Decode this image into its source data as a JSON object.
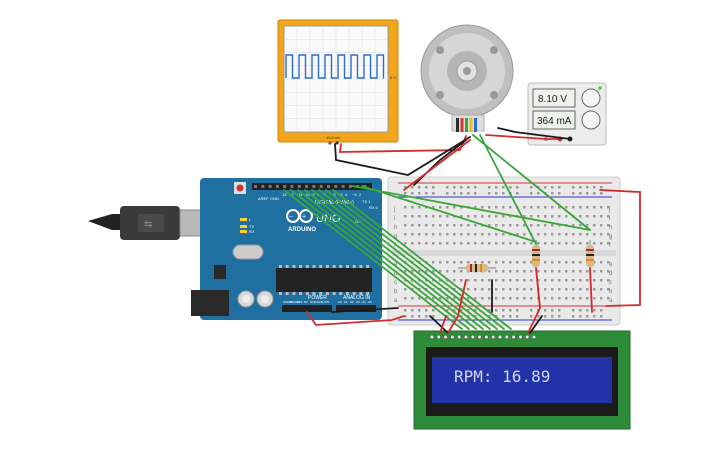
{
  "oscilloscope": {
    "scale_label": "10.0 ms",
    "side_label": "5 V"
  },
  "power_supply": {
    "voltage_display": "8.10 V",
    "current_display": "364 mA"
  },
  "arduino": {
    "brand_label": "ARDUINO",
    "model_label": "UNO",
    "digital_label": "DIGITAL (PWM~)",
    "power_label": "POWER",
    "analog_label": "ANALOG IN",
    "tx_label": "TX",
    "rx_label": "RX",
    "l_label": "L",
    "on_label": "ON",
    "aref_label": "AREF",
    "gnd_label": "GND",
    "pin_labels": [
      "13",
      "12",
      "~11",
      "~10",
      "~9",
      "8",
      "7",
      "~6",
      "~5",
      "4",
      "~3",
      "2",
      "TX 1",
      "RX 0"
    ],
    "power_pins": [
      "IOREF",
      "RESET",
      "3V3",
      "5V",
      "GND",
      "GND",
      "VIN"
    ],
    "analog_pins": [
      "A0",
      "A1",
      "A2",
      "A3",
      "A4",
      "A5"
    ]
  },
  "lcd": {
    "text": "RPM: 16.89"
  },
  "breadboard": {
    "row_letters_top": [
      "j",
      "i",
      "h",
      "g",
      "f"
    ],
    "row_letters_bottom": [
      "e",
      "d",
      "c",
      "b",
      "a"
    ]
  },
  "colors": {
    "arduino_blue": "#1f6fa0",
    "lcd_board_green": "#2e8b3a",
    "lcd_screen": "#2233a8",
    "lcd_text": "#cfd6ff",
    "scope_frame": "#f2a51a",
    "wire_green": "#3aa53a",
    "wire_red": "#d42a2a",
    "wire_black": "#1a1a1a"
  }
}
